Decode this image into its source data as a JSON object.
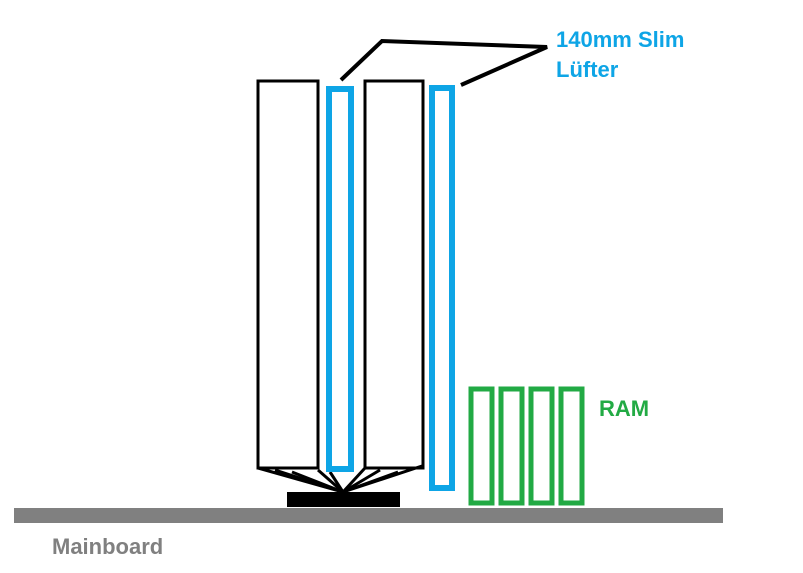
{
  "labels": {
    "fan_line1": "140mm Slim",
    "fan_line2": "Lüfter",
    "ram": "RAM",
    "mainboard": "Mainboard"
  },
  "colors": {
    "fan": "#0ea5e6",
    "ram": "#22aa44",
    "heatsink": "#000000",
    "mainboard": "#808080",
    "mainboard_label": "#808080",
    "background": "#ffffff"
  }
}
